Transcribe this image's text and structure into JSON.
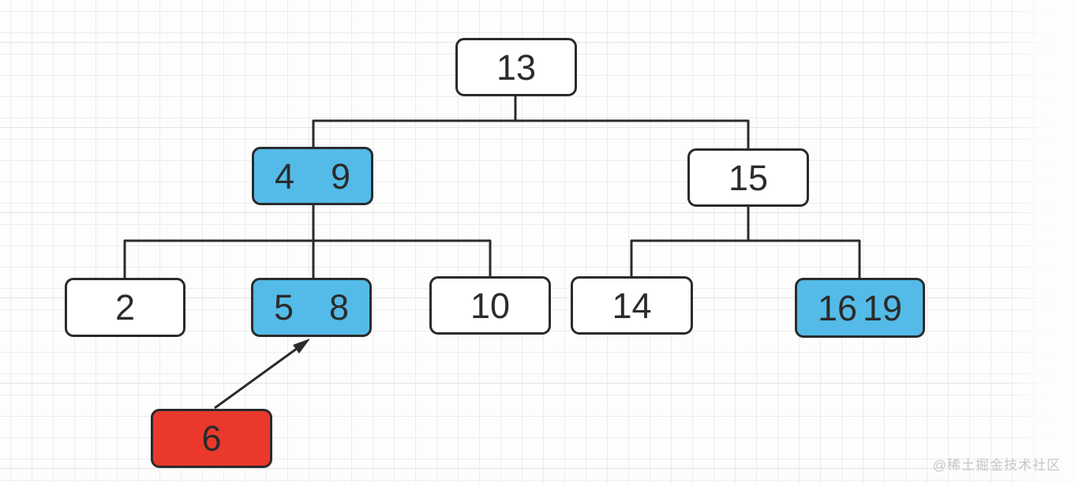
{
  "diagram": {
    "kind": "2-3 search tree insertion",
    "description": "Tree diagram showing key 6 being inserted into the 2-key node [5,8]"
  },
  "tree": {
    "nodes": [
      {
        "id": "n13",
        "keys": [
          "13"
        ],
        "variant": "normal"
      },
      {
        "id": "n4-9",
        "keys": [
          "4",
          "9"
        ],
        "variant": "highlight"
      },
      {
        "id": "n15",
        "keys": [
          "15"
        ],
        "variant": "normal"
      },
      {
        "id": "n2",
        "keys": [
          "2"
        ],
        "variant": "normal"
      },
      {
        "id": "n5-8",
        "keys": [
          "5",
          "8"
        ],
        "variant": "highlight"
      },
      {
        "id": "n10",
        "keys": [
          "10"
        ],
        "variant": "normal"
      },
      {
        "id": "n14",
        "keys": [
          "14"
        ],
        "variant": "normal"
      },
      {
        "id": "n16-19",
        "keys": [
          "16",
          "19"
        ],
        "variant": "highlight"
      },
      {
        "id": "n6",
        "keys": [
          "6"
        ],
        "variant": "insert"
      }
    ],
    "edges": [
      [
        "n13",
        "n4-9"
      ],
      [
        "n13",
        "n15"
      ],
      [
        "n4-9",
        "n2"
      ],
      [
        "n4-9",
        "n5-8"
      ],
      [
        "n4-9",
        "n10"
      ],
      [
        "n15",
        "n14"
      ],
      [
        "n15",
        "n16-19"
      ]
    ],
    "insert_arrow": {
      "from": "n6",
      "to": "n5-8"
    }
  },
  "colors": {
    "stroke": "#2b2b2b",
    "text": "#2b2b2b",
    "node_fill": "#ffffff",
    "highlight_fill": "#54bbe8",
    "insert_fill": "#ea392c",
    "grid_line": "#ececec",
    "background": "#fdfdfd",
    "watermark": "#c6c6c6"
  },
  "watermark": {
    "text": "@稀土掘金技术社区"
  }
}
